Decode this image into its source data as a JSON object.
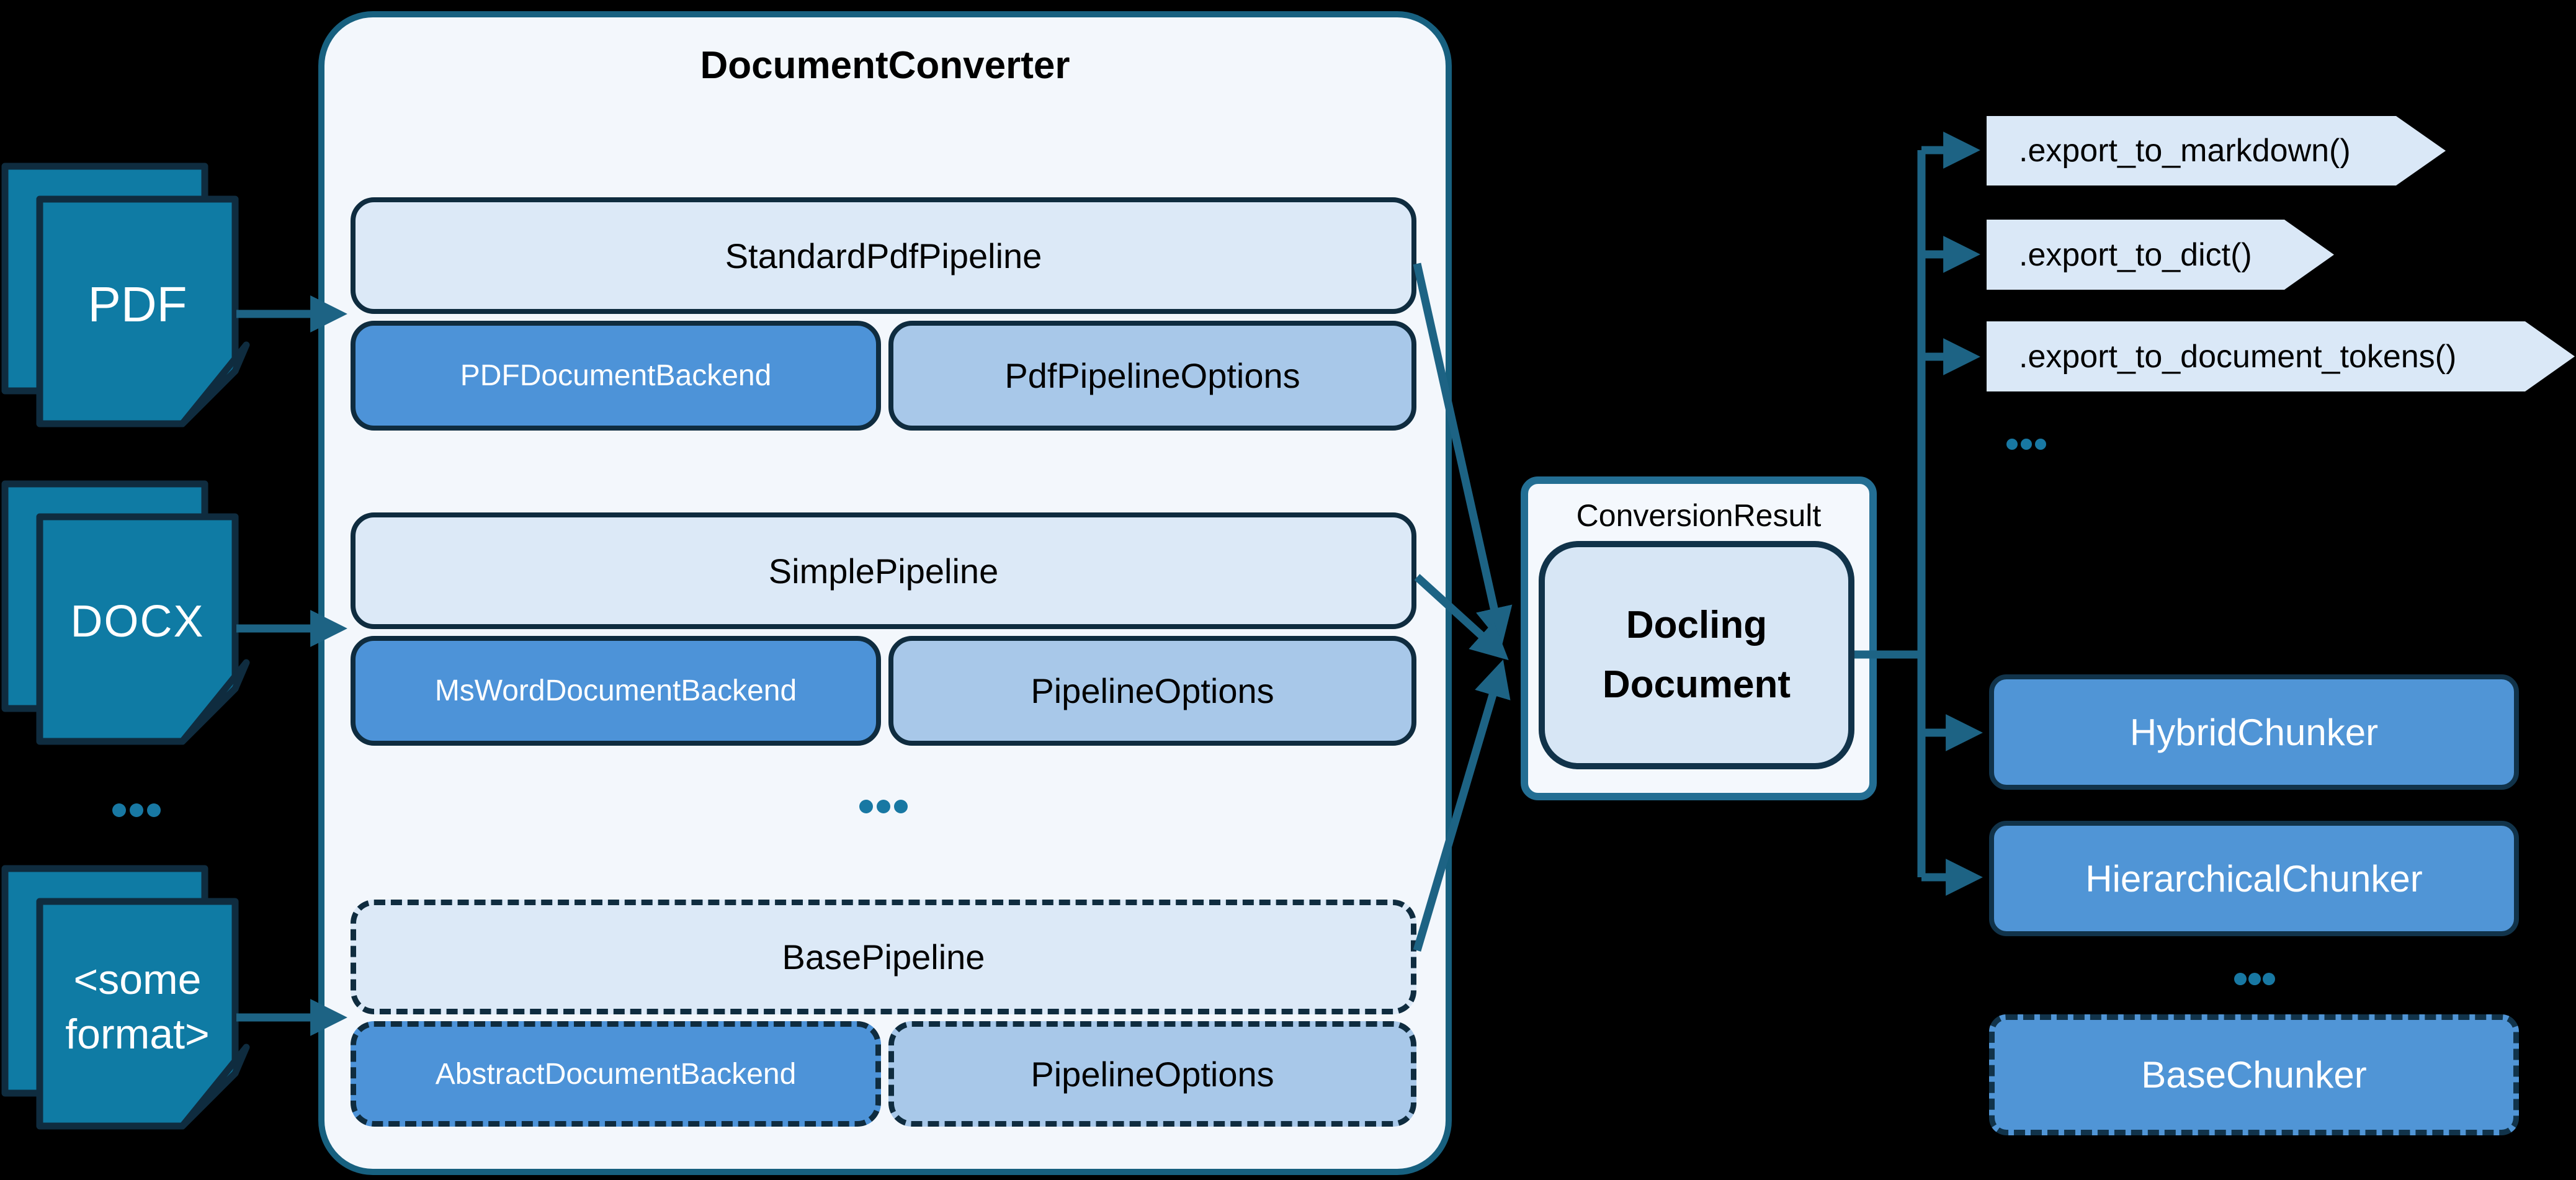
{
  "diagram_title": "Docling conversion architecture",
  "colors": {
    "background": "#000000",
    "document_fill": "#0F7BA4",
    "dark_outline": "#0F2C3F",
    "arrow": "#1D6384",
    "converter_fill": "#F3F7FC",
    "converter_border": "#17607F",
    "pipeline_fill": "#DCE9F7",
    "backend_fill": "#4D93D8",
    "options_fill": "#A8C8E9",
    "export_fill": "#DAE8F7",
    "result_fill": "#F4F8FD",
    "result_border": "#236E93",
    "docling_doc_fill": "#D7E6F5",
    "chunker_fill": "#5095D6",
    "dots": "#1878A3"
  },
  "sources": [
    {
      "label": "PDF"
    },
    {
      "label": "DOCX"
    },
    {
      "label": "<some format>"
    }
  ],
  "converter": {
    "title": "DocumentConverter",
    "rows": [
      {
        "pipeline": "StandardPdfPipeline",
        "backend": "PDFDocumentBackend",
        "options": "PdfPipelineOptions",
        "dashed": false
      },
      {
        "pipeline": "SimplePipeline",
        "backend": "MsWordDocumentBackend",
        "options": "PipelineOptions",
        "dashed": false
      },
      {
        "pipeline": "BasePipeline",
        "backend": "AbstractDocumentBackend",
        "options": "PipelineOptions",
        "dashed": true
      }
    ]
  },
  "result": {
    "label": "ConversionResult",
    "document_label": "Docling Document"
  },
  "exports": [
    ".export_to_markdown()",
    ".export_to_dict()",
    ".export_to_document_tokens()"
  ],
  "chunkers": [
    {
      "label": "HybridChunker",
      "dashed": false
    },
    {
      "label": "HierarchicalChunker",
      "dashed": false
    },
    {
      "label": "BaseChunker",
      "dashed": true
    }
  ],
  "ellipsis": "..."
}
